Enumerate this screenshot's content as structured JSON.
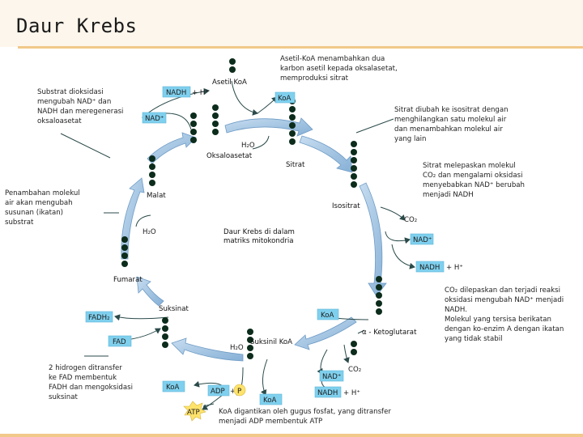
{
  "title": "Daur Krebs",
  "center": {
    "line1": "Daur Krebs di dalam",
    "line2": "matriks mitokondria"
  },
  "molecules": {
    "asetil_koa": "Asetil KoA",
    "oksaloasetat": "Oksaloasetat",
    "sitrat": "Sitrat",
    "isositrat": "Isositrat",
    "ketoglutarat": "α - Ketoglutarat",
    "suksinil_koa": "Suksinil KoA",
    "suksinat": "Suksinat",
    "fumarat": "Fumarat",
    "malat": "Malat"
  },
  "chips": {
    "nadh_top": "NADH",
    "h_top": "+ H⁺",
    "nad_top": "NAD⁺",
    "koa_top": "KoA",
    "h2o_top": "H₂O",
    "h2o_left": "H₂O",
    "co2_right": "CO₂",
    "nad_right": "NAD⁺",
    "nadh_right": "NADH",
    "h_right": "+ H⁺",
    "koa_right": "KoA",
    "co2_bottom": "CO₂",
    "nad_bottom": "NAD⁺",
    "nadh_bottom": "NADH",
    "h_bottom": "+ H⁺",
    "koa_bottom": "KoA",
    "h2o_bottom": "H₂O",
    "fadh2": "FADH₂",
    "fad": "FAD",
    "koa_left_bottom": "KoA",
    "adp": "ADP",
    "pi": "P",
    "atp": "ATP"
  },
  "notes": {
    "n1": [
      "Asetil-KoA menambahkan dua",
      "karbon asetil kepada oksalasetat,",
      "memproduksi sitrat"
    ],
    "n2": [
      "Sitrat diubah ke isositrat dengan",
      "menghilangkan satu molekul air",
      "dan menambahkan molekul air",
      "yang lain"
    ],
    "n3": [
      "Sitrat melepaskan molekul",
      "CO₂ dan mengalami oksidasi",
      "menyebabkan NAD⁺ berubah",
      "menjadi NADH"
    ],
    "n4": [
      "CO₂ dilepaskan dan terjadi reaksi",
      "oksidasi mengubah NAD⁺ menjadi",
      "NADH.",
      "Molekul yang tersisa berikatan",
      "dengan ko-enzim A dengan ikatan",
      "yang tidak stabil"
    ],
    "n5": [
      "KoA digantikan oleh gugus fosfat, yang ditransfer",
      "menjadi ADP membentuk ATP"
    ],
    "n6": [
      "2 hidrogen ditransfer",
      "ke FAD membentuk",
      "FADH dan mengoksidasi",
      "suksinat"
    ],
    "n7": [
      "Penambahan molekul",
      "air akan mengubah",
      "susunan (ikatan)",
      "substrat"
    ],
    "n8": [
      "Substrat dioksidasi",
      "mengubah NAD⁺ dan",
      "NADH dan meregenerasi",
      "oksaloasetat"
    ]
  },
  "colors": {
    "chip": "#7fd0ee",
    "atp": "#ffe36b",
    "arrow": "#9fc3e2",
    "accent_bar": "#f1c98a"
  }
}
